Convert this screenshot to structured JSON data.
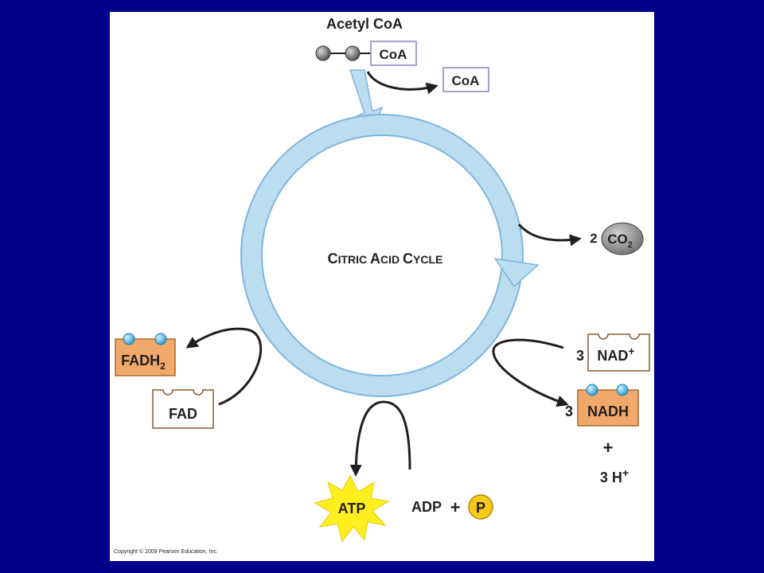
{
  "acetyl_coa": {
    "title": "Acetyl CoA",
    "coa_label": "CoA"
  },
  "released_coa": {
    "label": "CoA"
  },
  "cycle": {
    "label_cap1": "C",
    "label_small1": "ITRIC ",
    "label_cap2": "A",
    "label_small2": "CID ",
    "label_cap3": "C",
    "label_small3": "YCLE"
  },
  "co2": {
    "coefficient": "2",
    "formula": "CO",
    "subscript": "2"
  },
  "fad": {
    "fadh2_base": "FADH",
    "fadh2_sub": "2",
    "fad_label": "FAD"
  },
  "nad": {
    "nad_coef": "3",
    "nad_label": "NAD",
    "nad_sup": "+",
    "nadh_coef": "3",
    "nadh_label": "NADH",
    "plus": "+",
    "h_label": "3 H",
    "h_sup": "+"
  },
  "atp": {
    "atp_label": "ATP",
    "adp_label": "ADP",
    "plus": "+",
    "p_label": "P"
  },
  "footer": {
    "copyright": "Copyright © 2009 Pearson Education, Inc."
  },
  "colors": {
    "background": "#00008b",
    "cycle_fill": "#bcdcf0",
    "cycle_stroke": "#7fb6dc",
    "orange": "#f0a96a",
    "orange_stroke": "#a86a2e",
    "box_stroke": "#8a5a2e",
    "coa_box": "#8585b8",
    "gray": "#8c8c8c",
    "star": "#ffef1f",
    "p_circle": "#f7c91d",
    "electron": "#49b7e8"
  }
}
